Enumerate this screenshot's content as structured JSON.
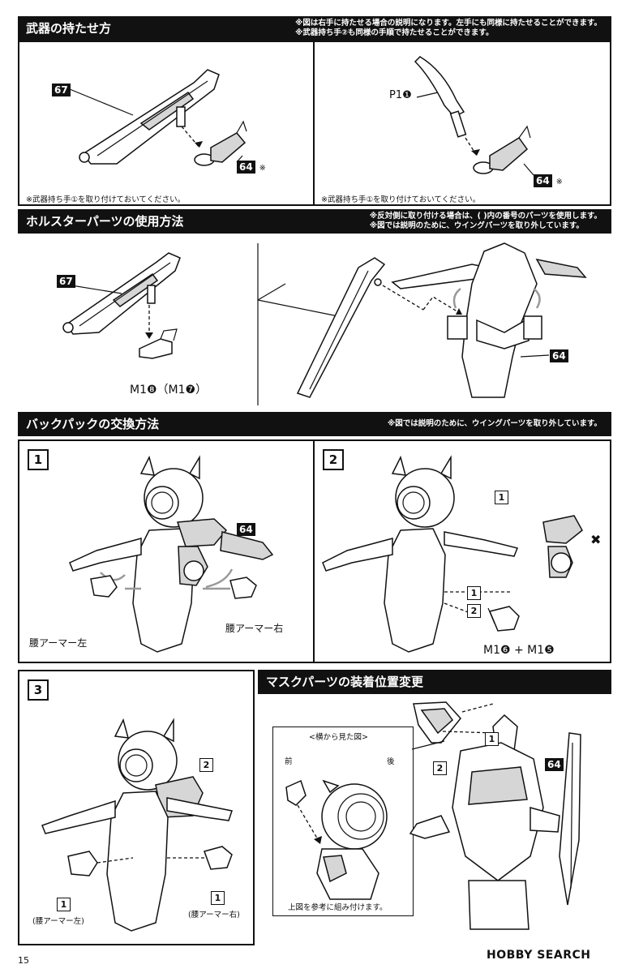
{
  "sections": {
    "weapon": {
      "title": "武器の持たせ方",
      "note1": "※図は右手に持たせる場合の説明になります。左手にも同様に持たせることができます。",
      "note2": "※武器持ち手②も同様の手順で持たせることができます。",
      "left": {
        "part_a": "67",
        "part_b": "64",
        "mark": "※",
        "caption": "※武器持ち手①を取り付けておいてください。"
      },
      "right": {
        "tool": "P1",
        "tool_num": "❶",
        "part": "64",
        "mark": "※",
        "caption": "※武器持ち手①を取り付けておいてください。"
      }
    },
    "holster": {
      "title": "ホルスターパーツの使用方法",
      "note1": "※反対側に取り付ける場合は、(  )内の番号のパーツを使用します。",
      "note2": "※図では説明のために、ウイングパーツを取り外しています。",
      "part_a": "67",
      "label": "M1❽（M1❼）",
      "part_b": "64"
    },
    "backpack": {
      "title": "バックパックの交換方法",
      "note": "※図では説明のために、ウイングパーツを取り外しています。",
      "step1": {
        "num": "1",
        "part": "64",
        "waist_left": "腰アーマー左",
        "waist_right": "腰アーマー右"
      },
      "step2": {
        "num": "2",
        "box1": "1",
        "box2": "1",
        "box3": "2",
        "parts": "M1❻ + M1❺",
        "remove": "✖"
      },
      "step3": {
        "num": "3",
        "box_top": "2",
        "box_left": "1",
        "box_right": "1",
        "left_label": "(腰アーマー左)",
        "right_label": "(腰アーマー右)"
      }
    },
    "mask": {
      "title": "マスクパーツの装着位置変更",
      "inset_title": "<横から見た図>",
      "front": "前",
      "back": "後",
      "caption": "上図を参考に組み付けます。",
      "box1": "1",
      "box2": "2",
      "part": "64"
    }
  },
  "footer": {
    "page": "15",
    "watermark": "HOBBY SEARCH"
  }
}
